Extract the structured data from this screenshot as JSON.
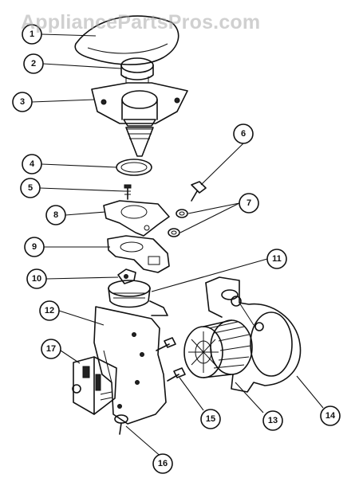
{
  "watermark": "AppliancePartsPros.com",
  "callouts": [
    {
      "number": "1"
    },
    {
      "number": "2"
    },
    {
      "number": "3"
    },
    {
      "number": "4"
    },
    {
      "number": "5"
    },
    {
      "number": "6"
    },
    {
      "number": "7"
    },
    {
      "number": "8"
    },
    {
      "number": "9"
    },
    {
      "number": "10"
    },
    {
      "number": "11"
    },
    {
      "number": "12"
    },
    {
      "number": "13"
    },
    {
      "number": "14"
    },
    {
      "number": "15"
    },
    {
      "number": "16"
    },
    {
      "number": "17"
    }
  ]
}
